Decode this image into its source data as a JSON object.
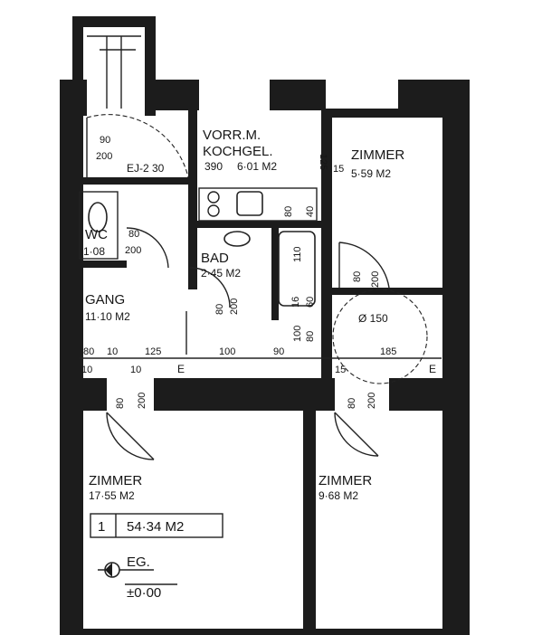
{
  "rooms": {
    "vorraum_line1": "VORR.M.",
    "vorraum_line2": "KOCHGEL.",
    "vorraum_dims": "390",
    "vorraum_area": "6·01 M2",
    "zimmer_ne": "ZIMMER",
    "zimmer_ne_area": "5·59 M2",
    "wc": "WC",
    "wc_area": "1·08",
    "bad": "BAD",
    "bad_area": "2·45 M2",
    "gang": "GANG",
    "gang_area": "11·10 M2",
    "zimmer_sw": "ZIMMER",
    "zimmer_sw_area": "17·55 M2",
    "zimmer_se": "ZIMMER",
    "zimmer_se_area": "9·68 M2"
  },
  "unit": {
    "number": "1",
    "total_area": "54·34 M2"
  },
  "level": {
    "name": "EG.",
    "elevation": "±0·00"
  },
  "marks": {
    "ej": "EJ-2 30",
    "e": "E",
    "diameter": "Ø 150"
  },
  "dims": {
    "d90": "90",
    "d200": "200",
    "d80": "80",
    "d125": "125",
    "d110": "110",
    "d40": "40",
    "d60": "60",
    "d100": "100",
    "d10": "10",
    "d185": "185",
    "d15": "15",
    "d16": "16"
  }
}
